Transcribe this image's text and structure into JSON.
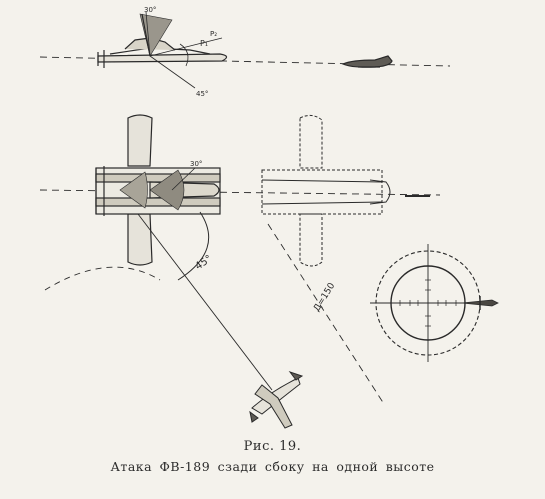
{
  "figure": {
    "number": "Рис. 19.",
    "caption": "Атака ФВ-189 сзади сбоку на одной высоте"
  },
  "annotations": {
    "angle_top_up": "30°",
    "angle_top_down": "45°",
    "angle_plan_small": "30°",
    "angle_plan_arc": "45°",
    "distance": "Д=150",
    "label_p1": "P₁",
    "label_p2": "P₂"
  },
  "colors": {
    "ink": "#2a2a2a",
    "paper": "#f4f2ec"
  }
}
